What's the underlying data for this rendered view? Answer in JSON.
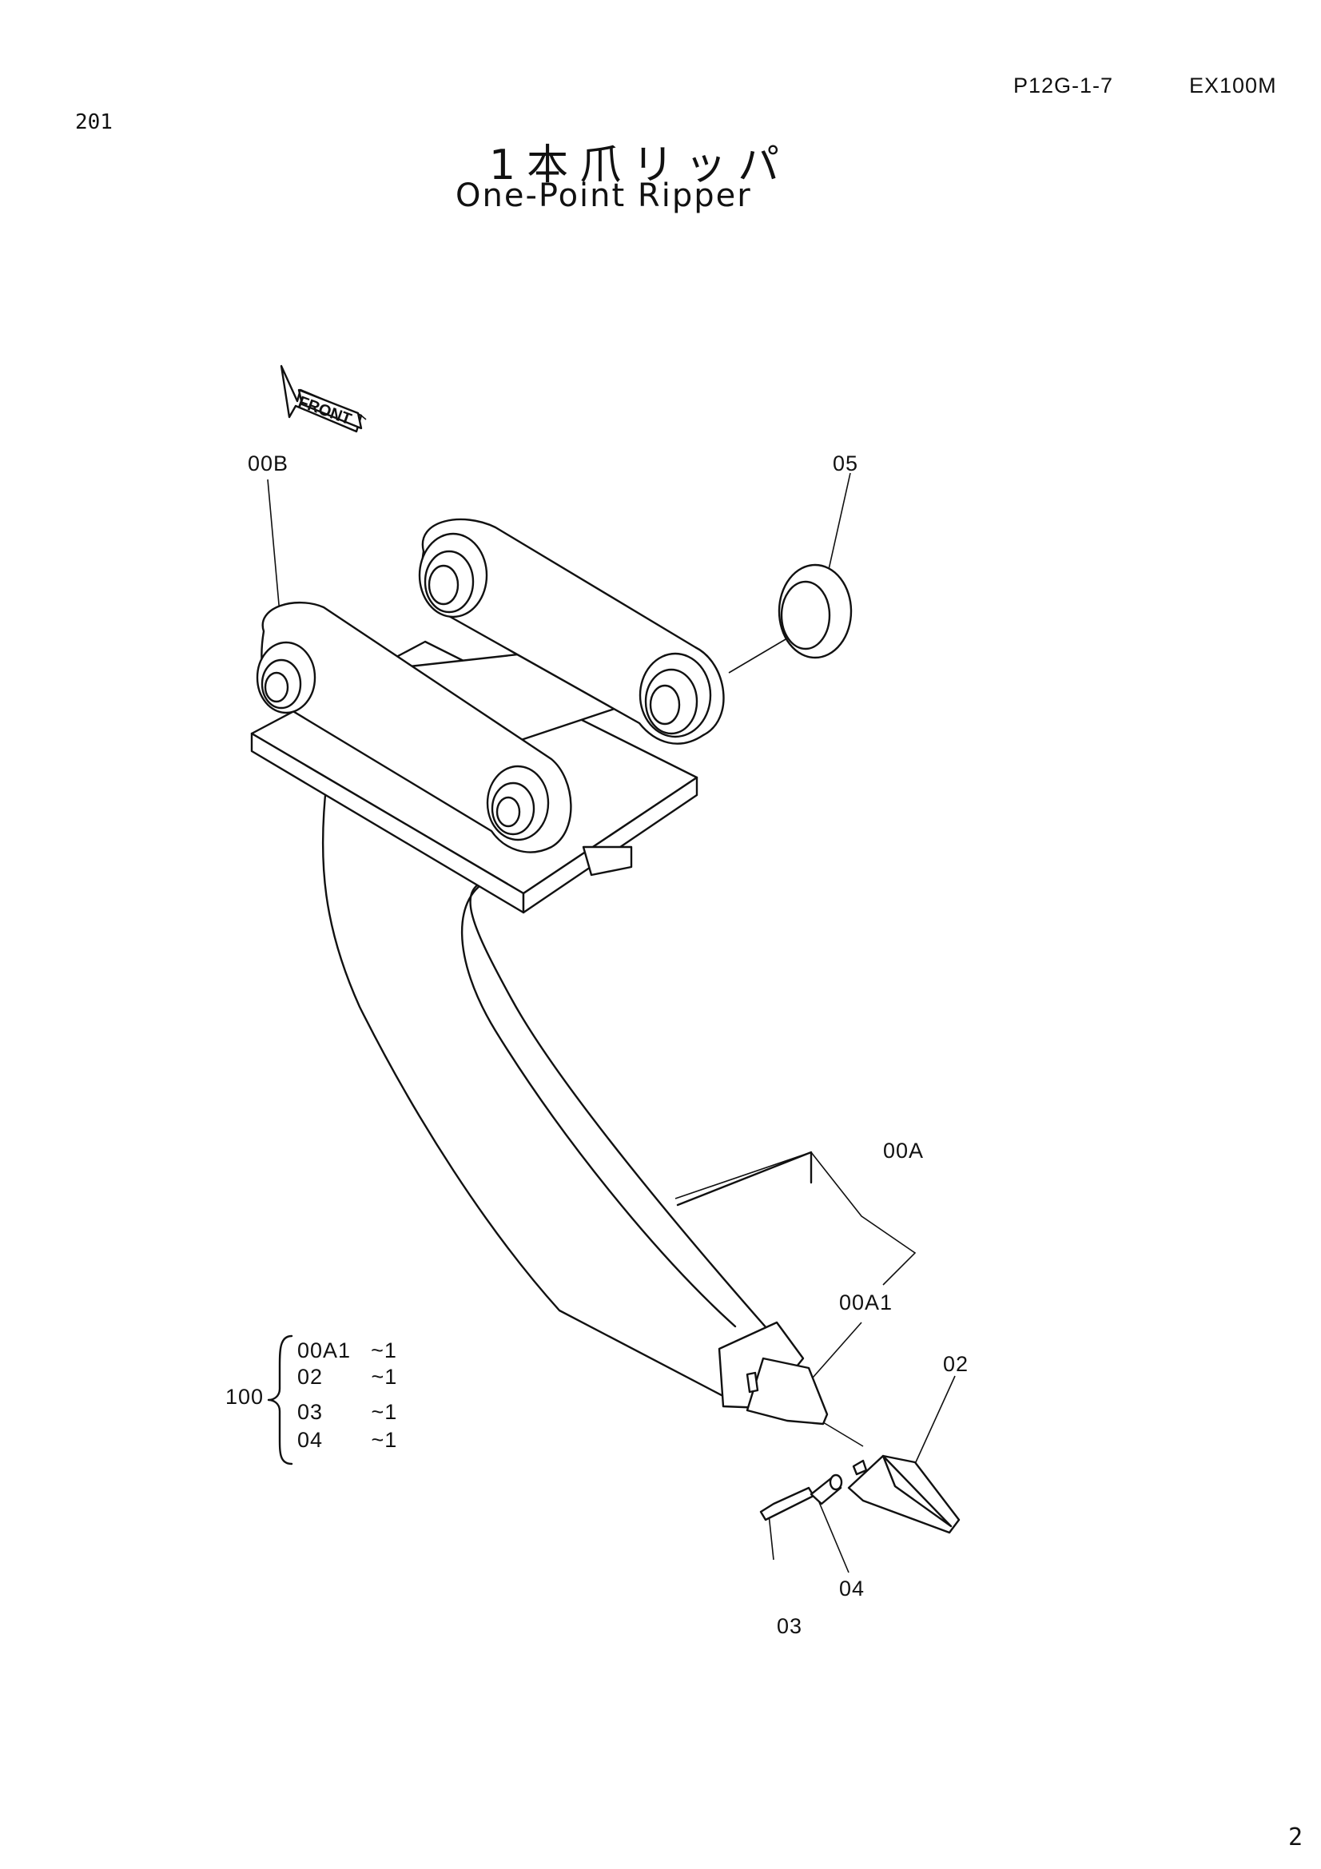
{
  "header": {
    "page_code": "P12G-1-7",
    "model": "EX100M",
    "section_number": "201",
    "footer_page": "2"
  },
  "title": {
    "japanese": "1本爪リッパ",
    "english": "One-Point Ripper"
  },
  "front_indicator": "FRONT",
  "callouts": {
    "c00B": "00B",
    "c05": "05",
    "c00A": "00A",
    "c00A1": "00A1",
    "c02": "02",
    "c03": "03",
    "c04": "04"
  },
  "kit": {
    "number": "100",
    "rows": [
      {
        "part": "00A1",
        "qty": "~1"
      },
      {
        "part": "02",
        "qty": "~1"
      },
      {
        "part": "03",
        "qty": "~1"
      },
      {
        "part": "04",
        "qty": "~1"
      }
    ]
  }
}
